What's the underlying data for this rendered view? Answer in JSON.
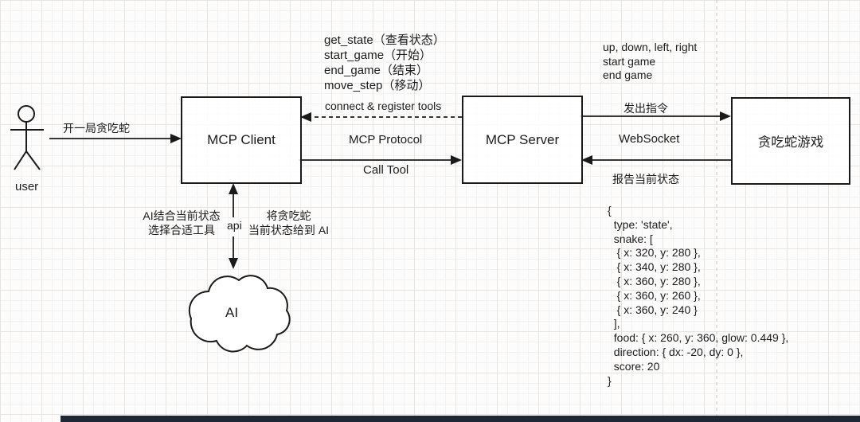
{
  "diagram": {
    "actor_label": "user",
    "boxes": {
      "mcp_client": "MCP Client",
      "mcp_server": "MCP Server",
      "snake_game": "贪吃蛇游戏"
    },
    "cloud_label": "AI",
    "labels": {
      "user_to_client": "开一局贪吃蛇",
      "tools_list": "get_state（查看状态）\nstart_game（开始）\nend_game（结束）\nmove_step（移动）",
      "connect_register": "connect & register tools",
      "mcp_protocol": "MCP Protocol",
      "call_tool": "Call Tool",
      "game_commands": "up, down, left, right\nstart game\nend game",
      "send_command": "发出指令",
      "websocket": "WebSocket",
      "report_state": "报告当前状态",
      "ai_select_tool": "AI结合当前状态\n选择合适工具",
      "api": "api",
      "give_state_to_ai": "将贪吃蛇\n当前状态给到 AI",
      "state_json": "{\n  type: 'state',\n  snake: [\n   { x: 320, y: 280 },\n   { x: 340, y: 280 },\n   { x: 360, y: 280 },\n   { x: 360, y: 260 },\n   { x: 360, y: 240 }\n  ],\n  food: { x: 260, y: 360, glow: 0.449 },\n  direction: { dx: -20, dy: 0 },\n  score: 20\n}"
    },
    "colors": {
      "stroke": "#1a1a1a",
      "grid_major": "#e7e4e2",
      "grid_minor": "#f4f2f0",
      "bottom_bar": "#1e2735"
    }
  }
}
